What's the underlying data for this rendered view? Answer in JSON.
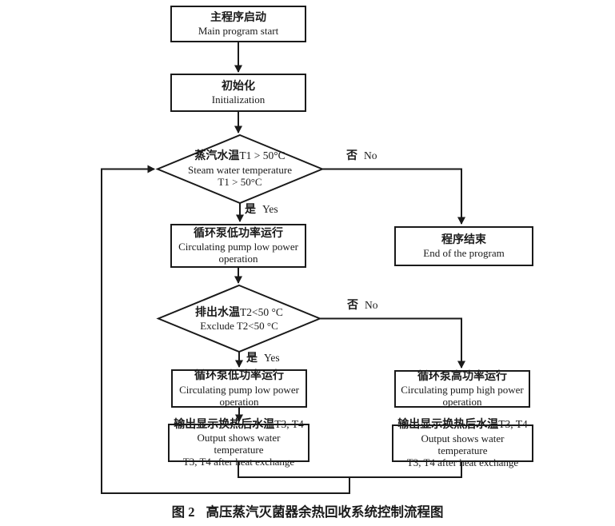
{
  "colors": {
    "line": "#1a1a1a",
    "background": "#ffffff",
    "text": "#1a1a1a"
  },
  "nodes": {
    "start": {
      "zh": "主程序启动",
      "en": "Main program start"
    },
    "init": {
      "zh": "初始化",
      "en": "Initialization"
    },
    "decision1": {
      "zh": "蒸汽水温",
      "zh_tail": "T1 > 50°C",
      "en": [
        "Steam water temperature",
        "T1 > 50°C"
      ]
    },
    "pump_low1": {
      "zh": "循环泵低功率运行",
      "en": [
        "Circulating pump low power",
        "operation"
      ]
    },
    "decision2": {
      "zh": "排出水温",
      "zh_tail": "T2<50 °C",
      "en": [
        "Exclude T2<50 °C"
      ]
    },
    "pump_low2": {
      "zh": "循环泵低功率运行",
      "en": [
        "Circulating pump low power",
        "operation"
      ]
    },
    "output_left": {
      "zh": "输出显示换热后水温",
      "zh_tail": "T3, T4",
      "en": [
        "Output shows water temperature",
        "T3, T4 after heat exchange"
      ]
    },
    "end": {
      "zh": "程序结束",
      "en": "End of the program"
    },
    "pump_high": {
      "zh": "循环泵高功率运行",
      "en": [
        "Circulating pump high power",
        "operation"
      ]
    },
    "output_right": {
      "zh": "输出显示换热后水温",
      "zh_tail": "T3, T4",
      "en": [
        "Output shows water temperature",
        "T3, T4 after heat exchange"
      ]
    }
  },
  "edge_labels": {
    "yes_zh": "是",
    "yes_en": "Yes",
    "no_zh": "否",
    "no_en": "No"
  },
  "caption": {
    "fig": "图 2",
    "title": "高压蒸汽灭菌器余热回收系统控制流程图"
  }
}
